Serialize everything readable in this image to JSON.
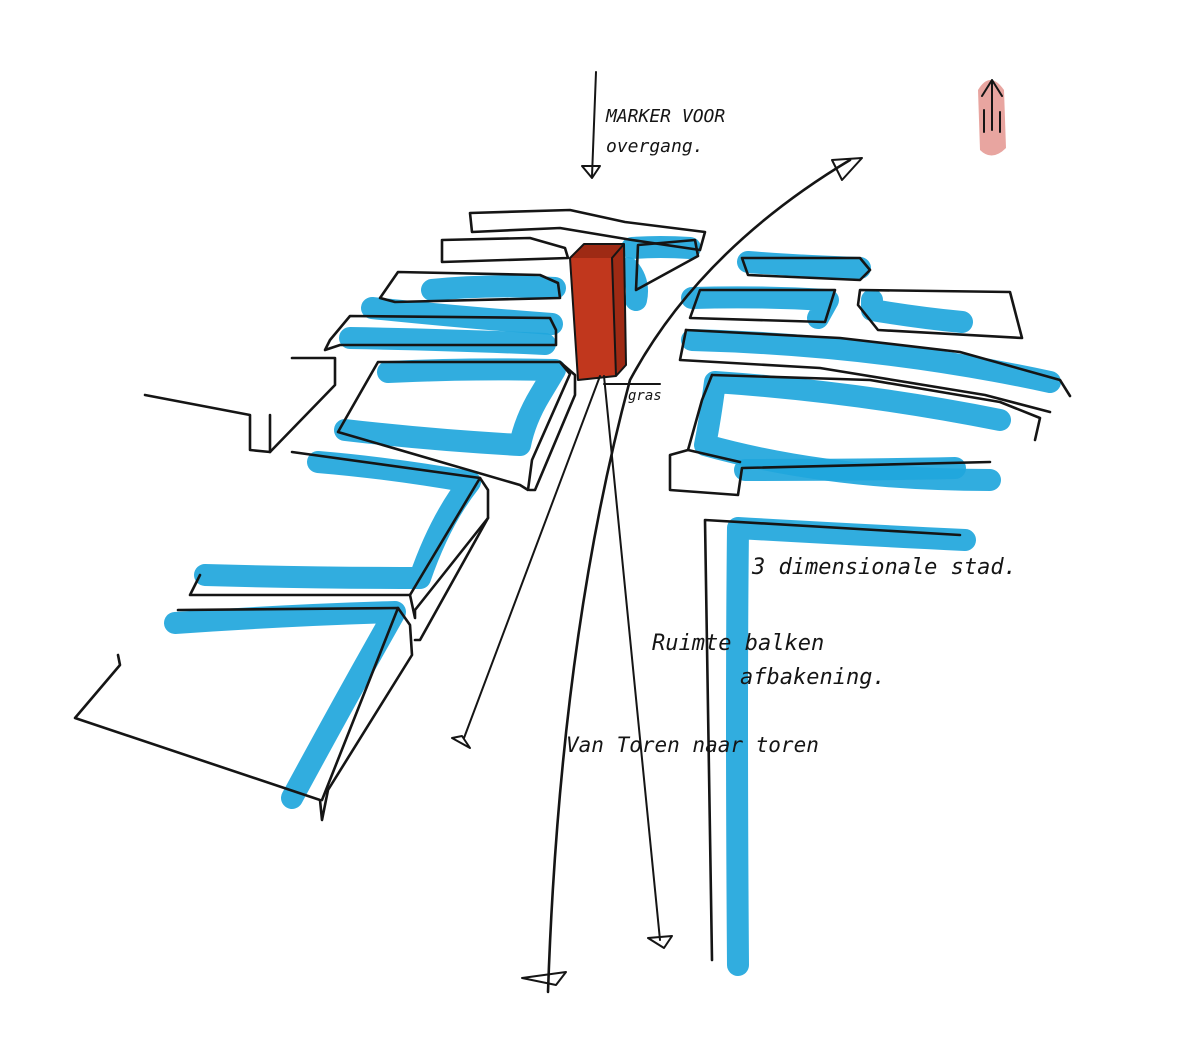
{
  "colors": {
    "ink": "#151515",
    "water": "#1fa6dc",
    "tower": "#c1371d",
    "tower_side": "#9e2a14",
    "legend_pink": "#e8a5a0",
    "paper": "#ffffff"
  },
  "labels": {
    "marker_line1": "MARKER VOOR",
    "marker_line2": "overgang.",
    "gras": "gras",
    "stad": "3 dimensionale stad.",
    "ruimte_line1": "Ruimte balken",
    "ruimte_line2": "afbakening.",
    "toren": "Van Toren naar toren"
  }
}
